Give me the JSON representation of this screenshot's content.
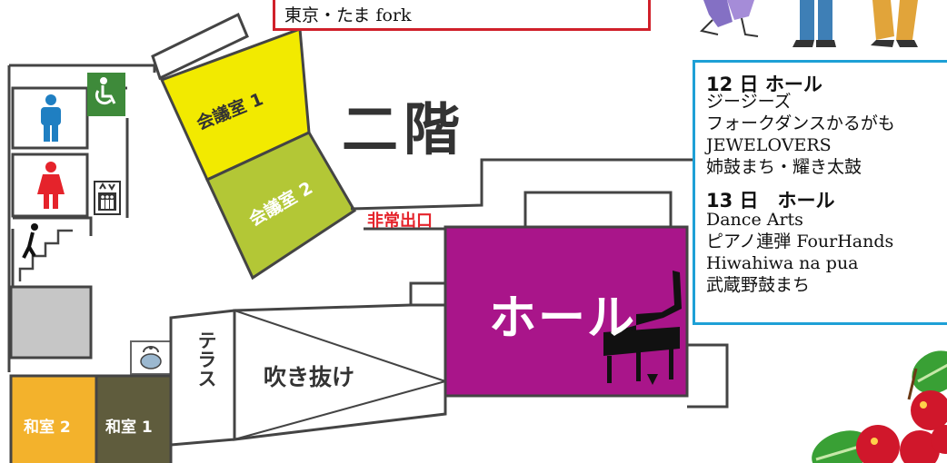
{
  "top_note": {
    "text": "東京・たま fork"
  },
  "floor_title": "二階",
  "rooms": {
    "meeting_room_1": "会議室 1",
    "meeting_room_2": "会議室 2",
    "hall": "ホール",
    "atrium": "吹き抜け",
    "terrace": "テラス",
    "japanese_room_2": "和室 2",
    "japanese_room_1": "和室 1",
    "emergency_exit": "非常出口"
  },
  "schedule": {
    "day12": {
      "heading": "12 日 ホール",
      "performers": [
        "ジージーズ",
        "フォークダンスかるがも",
        "JEWELOVERS",
        "姉鼓まち・耀き太鼓"
      ]
    },
    "day13": {
      "heading": "13 日　ホール",
      "performers": [
        "Dance Arts",
        "ピアノ連弾 FourHands",
        "Hiwahiwa na pua",
        "武蔵野鼓まち"
      ]
    }
  },
  "colors": {
    "hall": "#a9158a",
    "meeting_room_1": "#f2ea00",
    "meeting_room_2": "#b3c736",
    "japanese_room_2": "#f3b22c",
    "japanese_room_1": "#5f5c3d",
    "accessible": "#3e8a3a",
    "male": "#1f7fc2",
    "female": "#e5232b",
    "exit": "#e5232b",
    "schedule_border": "#1ea0d6",
    "note_border": "#d0202a"
  },
  "icons": [
    "wheelchair-icon",
    "male-restroom-icon",
    "female-restroom-icon",
    "elevator-icon",
    "stairs-person-icon",
    "kettle-icon",
    "piano-icon",
    "performers-illustration",
    "berries-illustration"
  ]
}
